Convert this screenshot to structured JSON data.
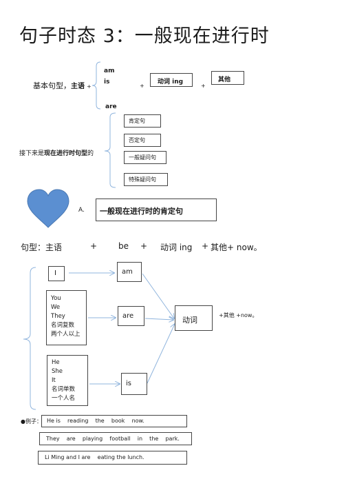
{
  "title": "句子时态 3：一般现在进行时",
  "basic": {
    "label": "基本句型，",
    "subject": "主语",
    "plus1": "+",
    "be_forms": [
      "am",
      "is",
      "are"
    ],
    "plus2": "+",
    "verb_ing": "动词 ing",
    "plus3": "+",
    "other": "其他"
  },
  "types": {
    "intro_prefix": "接下来是",
    "intro_bold": "现在进行时句型",
    "intro_suffix": "的",
    "items": [
      "肯定句",
      "否定句",
      "一般疑问句",
      "特殊疑问句"
    ]
  },
  "section_a": {
    "letter": "A.",
    "title": "一般现在进行时的肯定句",
    "heart_color": "#5b8fd1"
  },
  "pattern": {
    "label": "句型：主语",
    "plus1": "+",
    "be": "be",
    "plus2": "+",
    "verb": "动词 ing",
    "plus3": "+",
    "rest": "其他+ now。"
  },
  "mapping": {
    "subjects_i": "I",
    "subjects_plural": [
      "You",
      "We",
      "They",
      "名词复数",
      "两个人以上"
    ],
    "subjects_singular": [
      "He",
      "She",
      "It",
      "名词单数",
      "一个人名"
    ],
    "be_am": "am",
    "be_are": "are",
    "be_is": "is",
    "verb_box": "动词",
    "tail": "+其他  +now。"
  },
  "examples": {
    "label": "●例子：",
    "sentences": [
      "He is    reading    the    book    now.",
      "They    are    playing    football    in    the    park.",
      "Li Ming and I are    eating the lunch."
    ]
  },
  "colors": {
    "arrow": "#8fb4dd",
    "brace": "#8fb4dd",
    "border": "#444444"
  }
}
